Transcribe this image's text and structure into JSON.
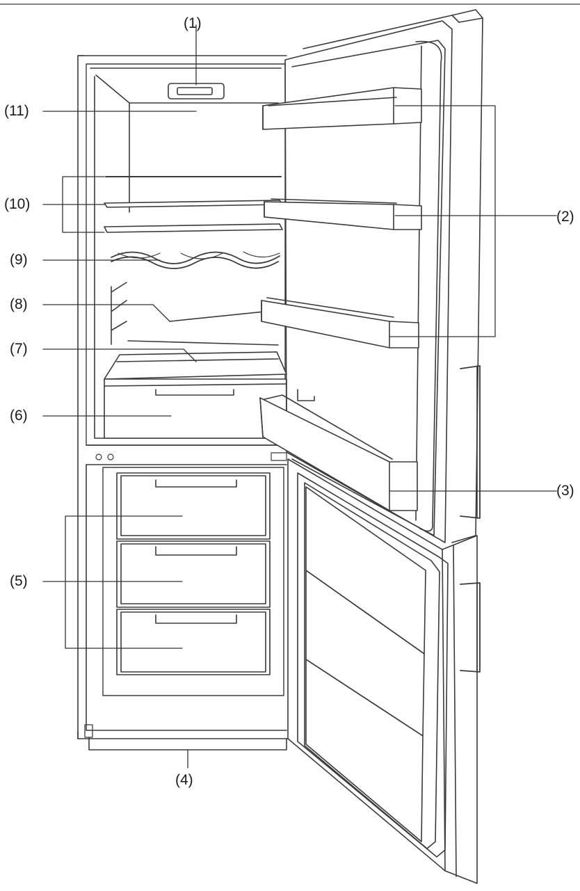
{
  "callouts": {
    "c1": "(1)",
    "c2": "(2)",
    "c3": "(3)",
    "c4": "(4)",
    "c5": "(5)",
    "c6": "(6)",
    "c7": "(7)",
    "c8": "(8)",
    "c9": "(9)",
    "c10": "(10)",
    "c11": "(11)"
  },
  "colors": {
    "line": "#3a3a3a",
    "background": "#ffffff",
    "shade": "#f2f2f2"
  }
}
